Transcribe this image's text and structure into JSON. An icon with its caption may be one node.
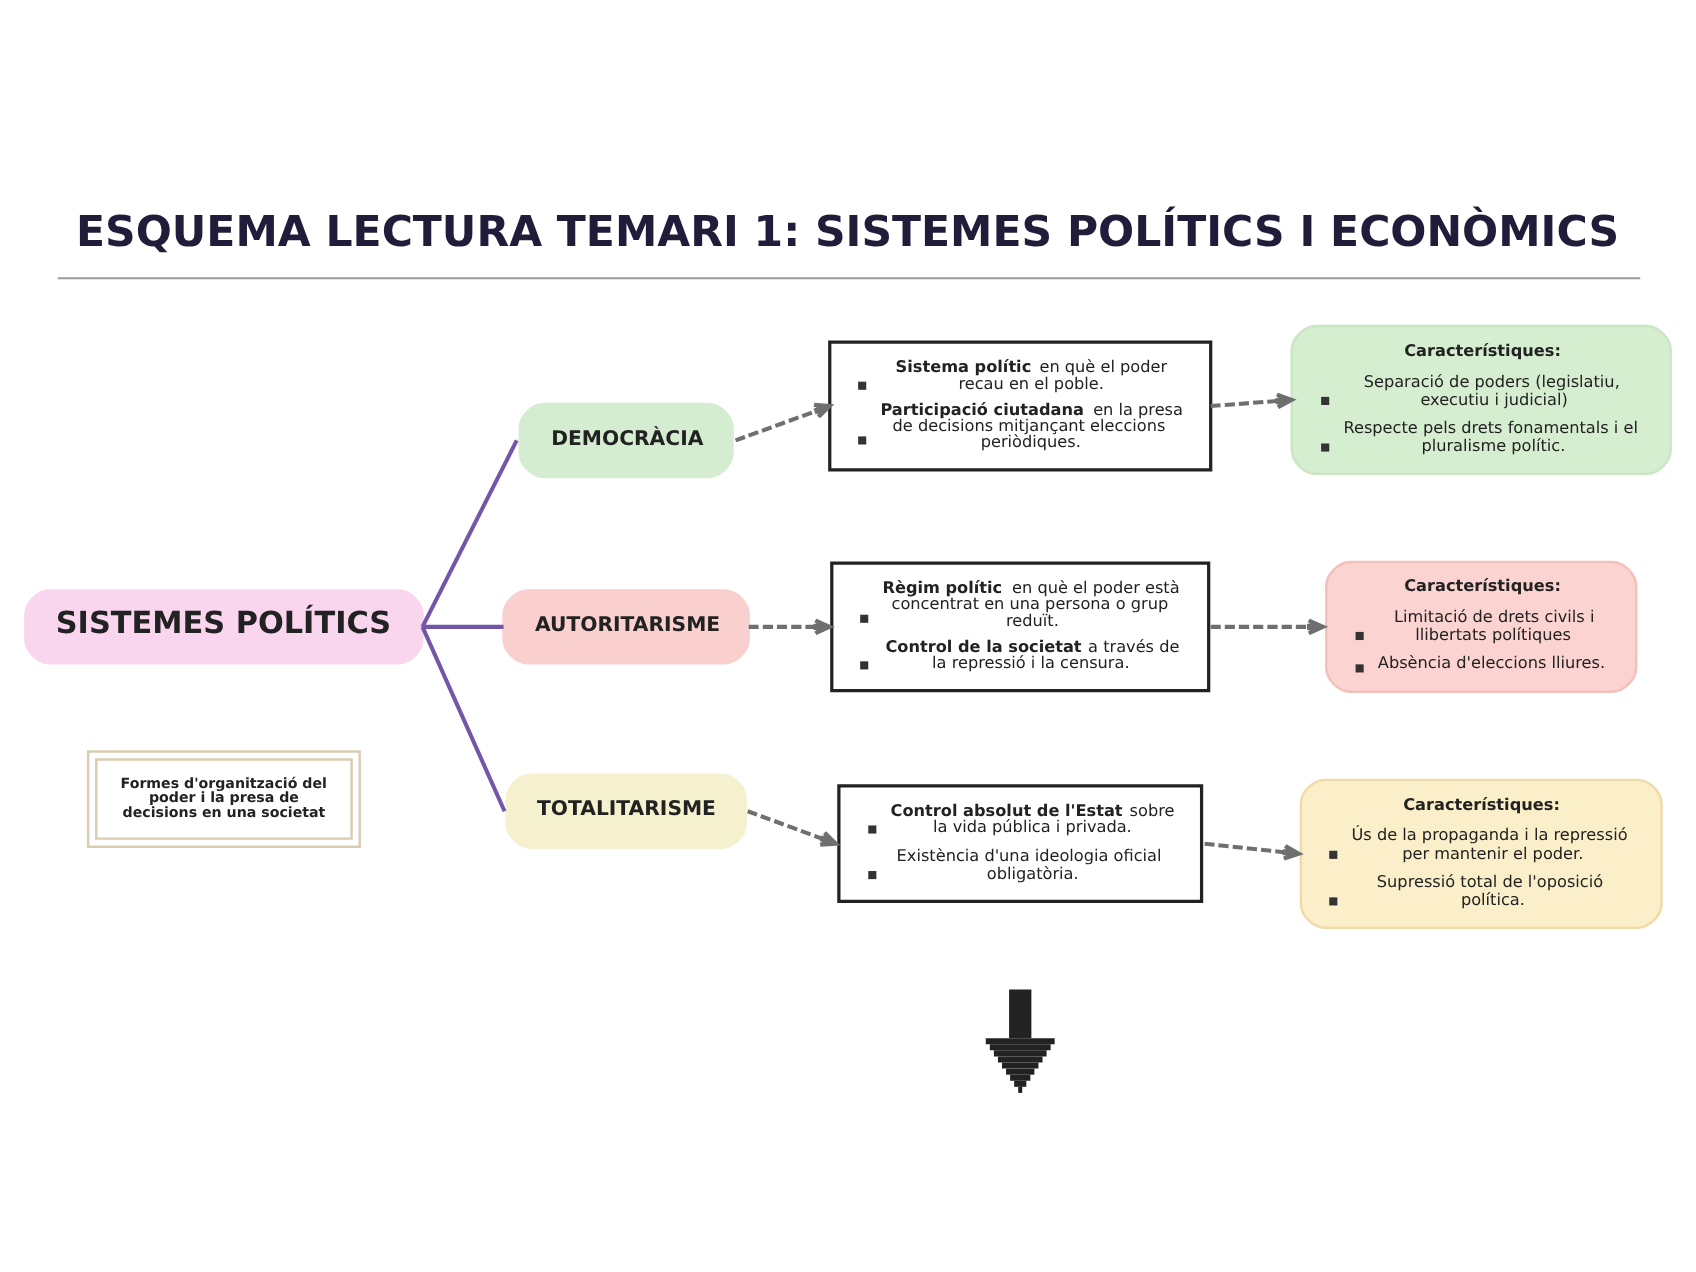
{
  "diagram": {
    "title": "ESQUEMA LECTURA TEMARI 1: SISTEMES POLÍTICS I ECONÒMICS",
    "nodes": [
      {
        "text": [
          "SISTEMES POLÍTICS"
        ]
      },
      {
        "text": [
          "Formes d'organització del poder i la presa de decisions en una societat"
        ]
      },
      {
        "text": [
          "DEMOCRÀCIA"
        ]
      },
      {
        "text": [
          "**Sistema polític** en què el poder recau en el poble.",
          "**Participació ciutadana** en la presa de decisions mitjançant eleccions periòdiques."
        ]
      },
      {
        "text": [
          "Característiques:",
          "Separació de poders (legislatiu, executiu i judicial)",
          "Respecte pels drets fonamentals i el pluralisme polític."
        ]
      },
      {
        "text": [
          "AUTORITARISME"
        ]
      },
      {
        "text": [
          "**Règim polític** en què el poder està concentrat en una persona o grup reduït.",
          "**Control de la societat** a través de la repressió i la censura."
        ]
      },
      {
        "text": [
          "Característiques:",
          "Limitació de drets civils i llibertats polítiques",
          "Absència d'eleccions lliures."
        ]
      },
      {
        "text": [
          "TOTALITARISME"
        ]
      },
      {
        "text": [
          "**Control absolut de l'Estat** sobre la vida pública i privada.",
          "Existència d'una ideologia oficial obligatòria."
        ]
      },
      {
        "text": [
          "Característiques:",
          "Ús de la propaganda i la repressió per mantenir el poder.",
          "Supressió total de l'oposició política."
        ]
      },
      {
        "text": [],
        "shape": "arrow"
      }
    ],
    "edges": [
      {
        "from": 0,
        "to": 2,
        "arrow": "none",
        "color": "#7456a8"
      },
      {
        "from": 0,
        "to": 5,
        "arrow": "none",
        "color": "#7456a8"
      },
      {
        "from": 0,
        "to": 8,
        "arrow": "none",
        "color": "#7456a8"
      },
      {
        "from": 2,
        "to": 3,
        "arrow": "to",
        "style": "dashed"
      },
      {
        "from": 3,
        "to": 4,
        "arrow": "to",
        "style": "dashed"
      },
      {
        "from": 5,
        "to": 6,
        "arrow": "to",
        "style": "dashed"
      },
      {
        "from": 6,
        "to": 7,
        "arrow": "to",
        "style": "dashed"
      },
      {
        "from": 8,
        "to": 9,
        "arrow": "to",
        "style": "dashed"
      },
      {
        "from": 9,
        "to": 10,
        "arrow": "to",
        "style": "dashed"
      }
    ]
  }
}
